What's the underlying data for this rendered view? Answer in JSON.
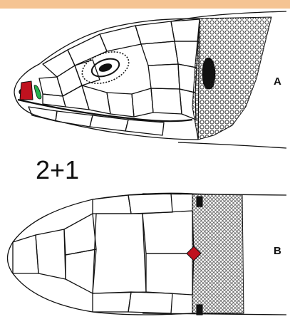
{
  "colors": {
    "top_bar": "#f5c493",
    "outline": "#111111",
    "red_scale": "#c0121f",
    "green_scale": "#22b14c",
    "paper": "#ffffff"
  },
  "figure": {
    "panel_a_label": "A",
    "panel_b_label": "B",
    "scale_formula": "2+1"
  }
}
